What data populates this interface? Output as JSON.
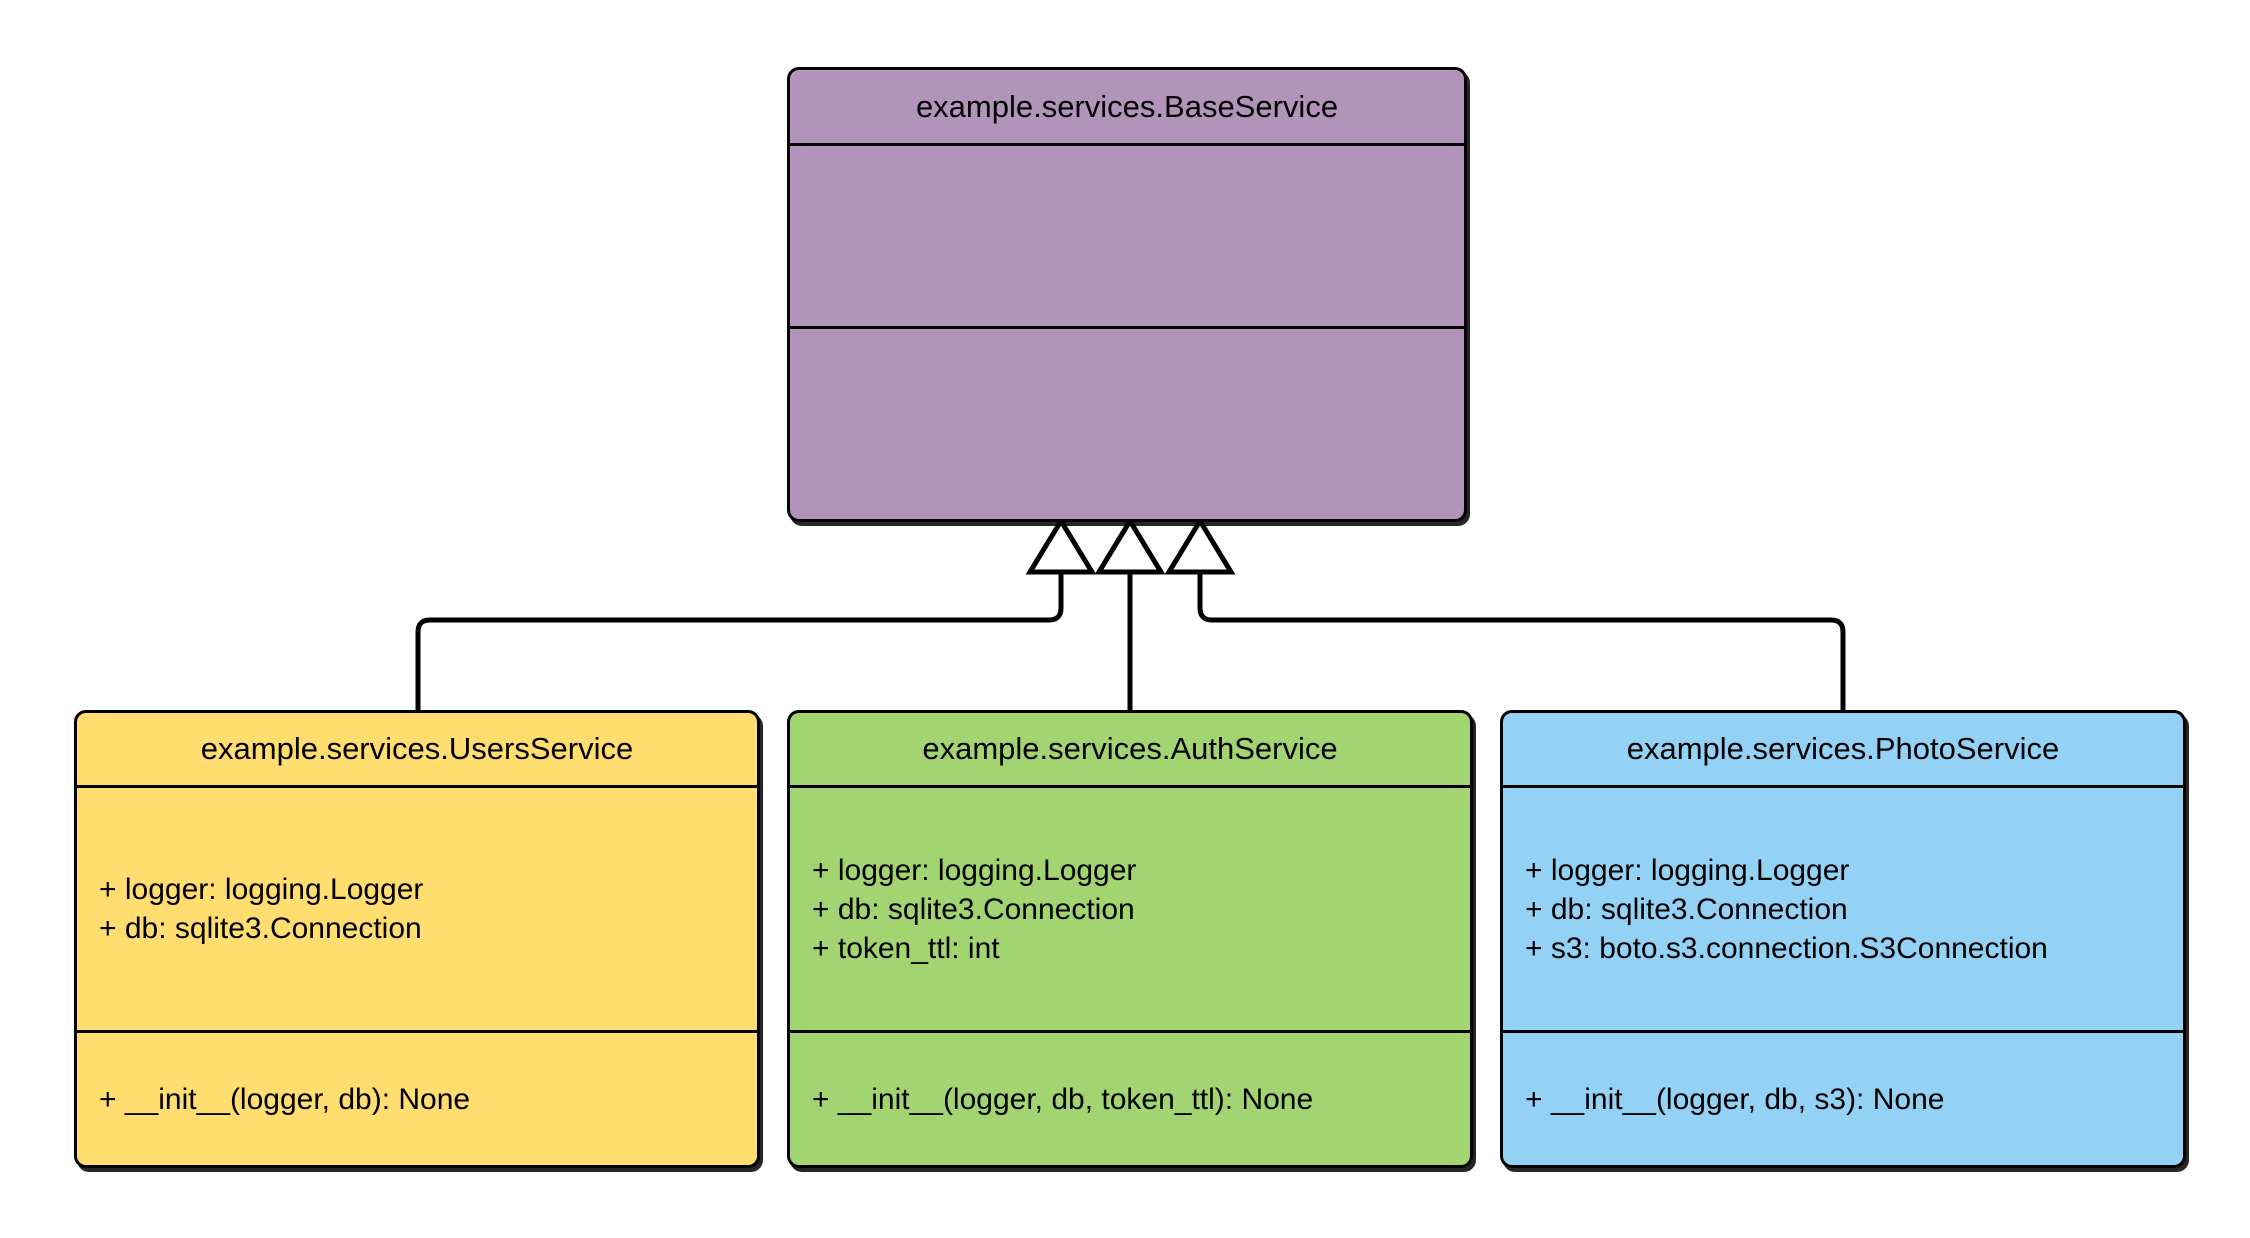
{
  "diagram": {
    "kind": "uml-class-diagram",
    "background": "#ffffff",
    "line_color": "#000000",
    "relationship": "generalization",
    "arrow_head": "hollow-triangle"
  },
  "classes": {
    "base": {
      "name": "example.services.BaseService",
      "fill": "#b294bb",
      "attributes": [],
      "methods": []
    },
    "users": {
      "name": "example.services.UsersService",
      "fill": "#ffdd6e",
      "attributes": [
        "+ logger: logging.Logger",
        "+ db: sqlite3.Connection"
      ],
      "methods": [
        "+ __init__(logger, db): None"
      ]
    },
    "auth": {
      "name": "example.services.AuthService",
      "fill": "#a3d472",
      "attributes": [
        "+ logger: logging.Logger",
        "+ db: sqlite3.Connection",
        "+ token_ttl: int"
      ],
      "methods": [
        "+ __init__(logger, db, token_ttl): None"
      ]
    },
    "photo": {
      "name": "example.services.PhotoService",
      "fill": "#93d2f5",
      "attributes": [
        "+ logger: logging.Logger",
        "+ db: sqlite3.Connection",
        "+ s3: boto.s3.connection.S3Connection"
      ],
      "methods": [
        "+ __init__(logger, db, s3): None"
      ]
    }
  },
  "edges": [
    {
      "from": "example.services.UsersService",
      "to": "example.services.BaseService",
      "type": "extends"
    },
    {
      "from": "example.services.AuthService",
      "to": "example.services.BaseService",
      "type": "extends"
    },
    {
      "from": "example.services.PhotoService",
      "to": "example.services.BaseService",
      "type": "extends"
    }
  ]
}
